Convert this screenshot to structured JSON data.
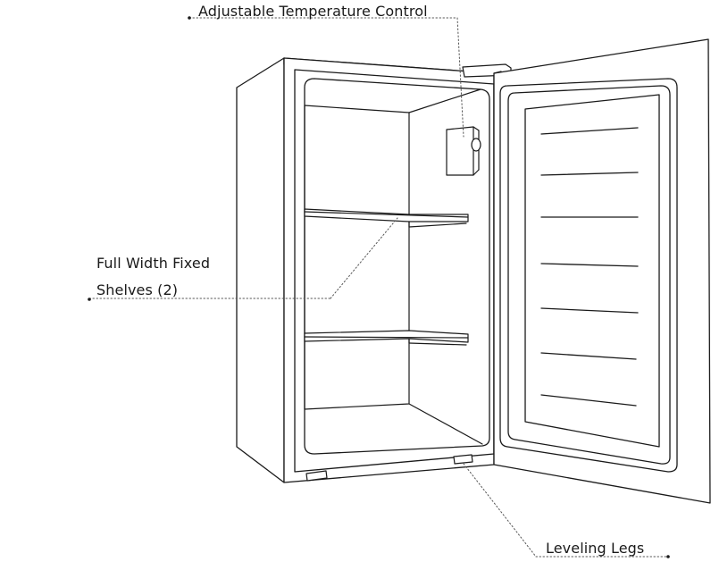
{
  "callouts": {
    "temperature_control": "Adjustable Temperature Control",
    "shelves_line1": "Full Width Fixed",
    "shelves_line2": "Shelves (2)",
    "leveling_legs": "Leveling Legs"
  }
}
